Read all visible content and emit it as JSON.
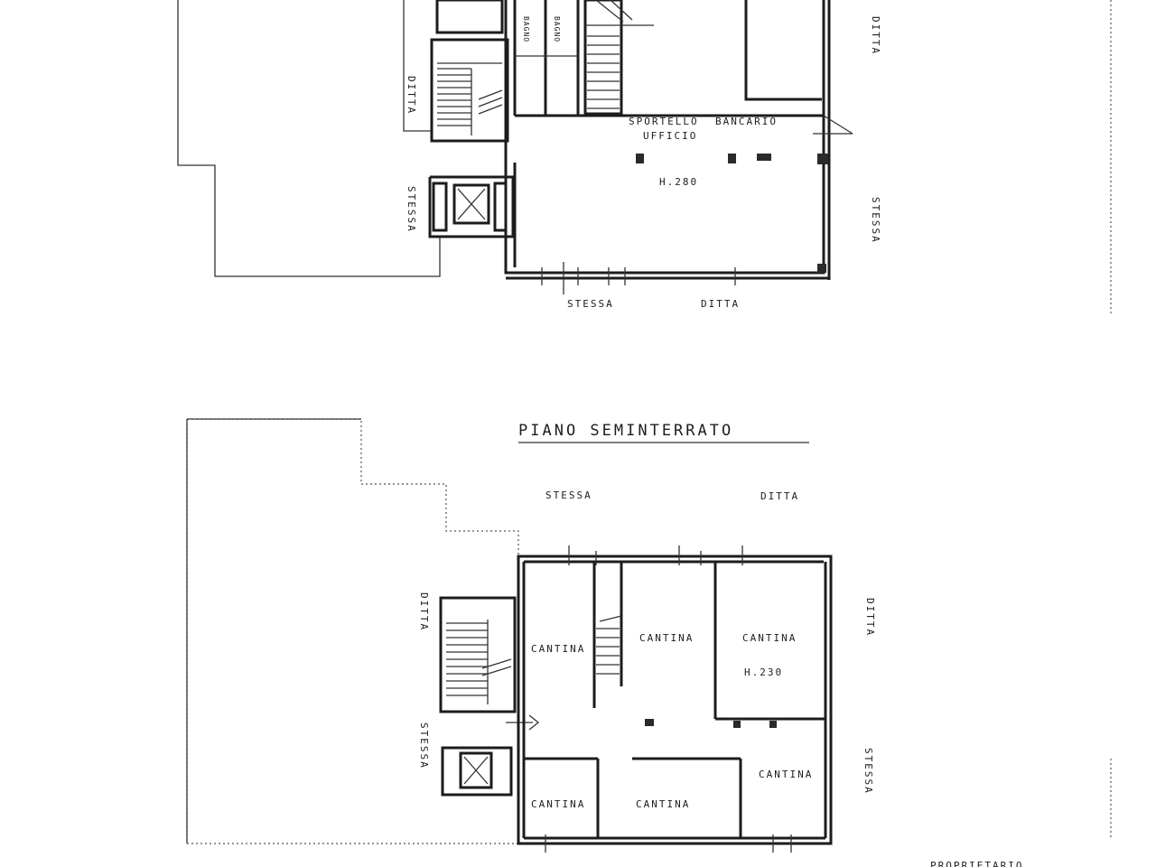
{
  "upper_floor": {
    "rooms": {
      "bagno_1": "BAGNO",
      "bagno_2": "BAGNO",
      "sportello": "SPORTELLO",
      "bancario": "BANCARIO",
      "ufficio": "UFFICIO",
      "height": "H.280"
    },
    "neighbors": {
      "left_top": "DITTA",
      "left_bottom": "STESSA",
      "right_top": "DITTA",
      "right_bottom": "STESSA",
      "bottom_left": "STESSA",
      "bottom_right": "DITTA"
    }
  },
  "lower_floor": {
    "title": "PIANO SEMINTERRATO",
    "rooms": {
      "cantina_1": "CANTINA",
      "cantina_2": "CANTINA",
      "cantina_3": "CANTINA",
      "height": "H.230",
      "cantina_4": "CANTINA",
      "cantina_5": "CANTINA",
      "cantina_6": "CANTINA"
    },
    "neighbors": {
      "top_left": "STESSA",
      "top_right": "DITTA",
      "left_top": "DITTA",
      "left_bottom": "STESSA",
      "right_top": "DITTA",
      "right_bottom": "STESSA"
    }
  },
  "footer": {
    "text": "PROPRIETARIO"
  }
}
